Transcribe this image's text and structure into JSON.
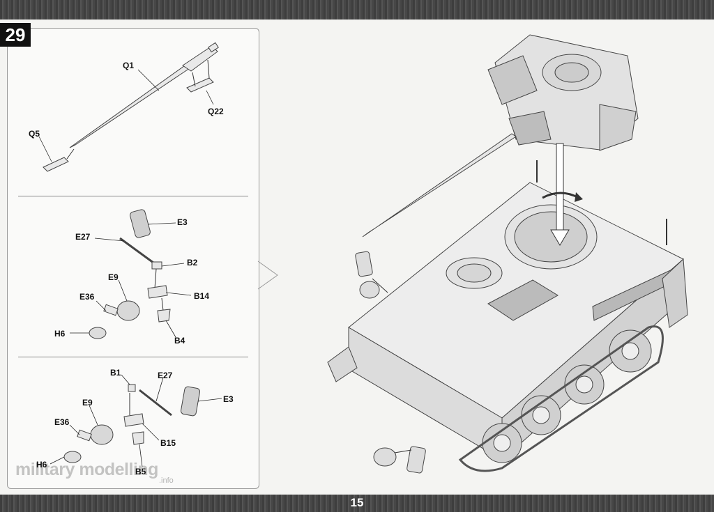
{
  "step": {
    "number": "29"
  },
  "page": {
    "number": "15"
  },
  "watermark": {
    "text": "military modelling",
    "sub": ".info"
  },
  "callouts": {
    "barrel": {
      "q1": "Q1",
      "q22": "Q22",
      "q5": "Q5"
    },
    "mirror_left": {
      "e3": "E3",
      "e27": "E27",
      "b2": "B2",
      "e9": "E9",
      "e36": "E36",
      "b14": "B14",
      "h6": "H6",
      "b4": "B4"
    },
    "mirror_right": {
      "b1": "B1",
      "e27": "E27",
      "e9": "E9",
      "e3": "E3",
      "e36": "E36",
      "b15": "B15",
      "h6": "H6",
      "b5": "B5"
    }
  }
}
